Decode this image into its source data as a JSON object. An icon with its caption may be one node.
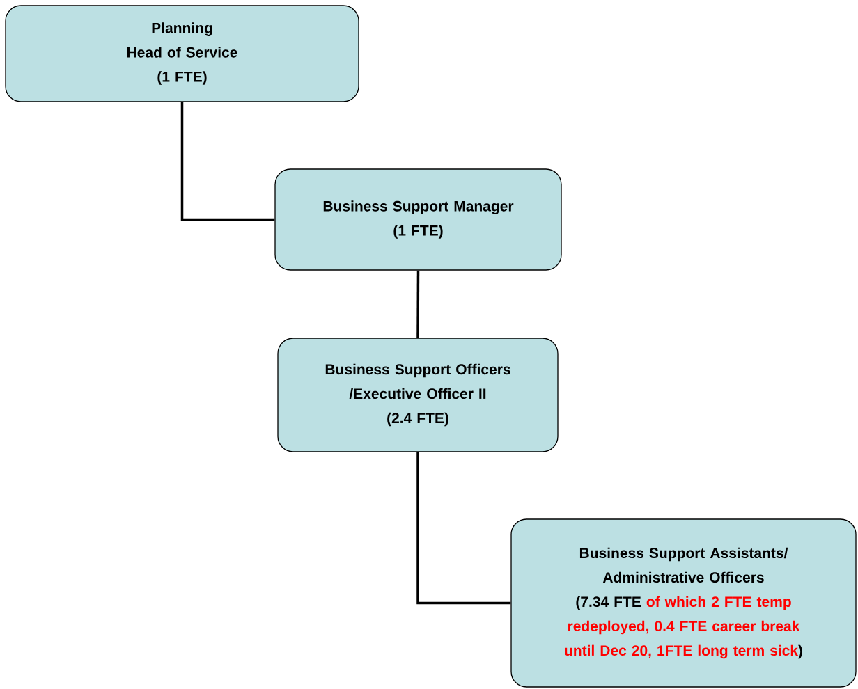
{
  "diagram": {
    "nodes": [
      {
        "text": [
          "Planning",
          "Head of Service",
          "(1 FTE)"
        ]
      },
      {
        "text": [
          "Business Support Manager",
          "(1 FTE)"
        ]
      },
      {
        "text": [
          "Business Support Officers",
          "/Executive Officer II",
          "(2.4 FTE)"
        ]
      },
      {
        "text": [
          "Business Support Assistants/ Administrative Officers",
          "(7.34 FTE",
          "of which 2 FTE temp redeployed, 0.4 FTE career break until Dec 20, 1FTE long term sick",
          ")"
        ]
      }
    ],
    "edges": [
      {
        "from": 0,
        "to": 1,
        "arrow": "none"
      },
      {
        "from": 1,
        "to": 2,
        "arrow": "none"
      },
      {
        "from": 2,
        "to": 3,
        "arrow": "none"
      }
    ]
  }
}
